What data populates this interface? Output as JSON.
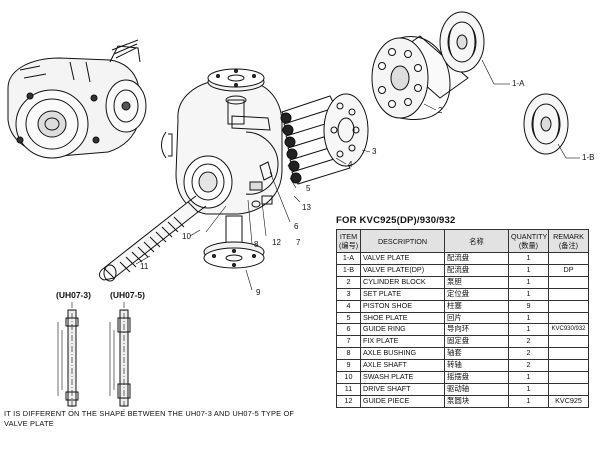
{
  "callouts": {
    "c1a": "1-A",
    "c1b": "1-B",
    "c2": "2",
    "c3": "3",
    "c4": "4",
    "c5": "5",
    "c6": "6",
    "c7": "7",
    "c8": "8",
    "c9": "9",
    "c10": "10",
    "c11": "11",
    "c12": "12",
    "c13": "13"
  },
  "table": {
    "title": "FOR KVC925(DP)/930/932",
    "headers": {
      "item": "ITEM",
      "item_cn": "(编号)",
      "description": "DESCRIPTION",
      "name_cn": "名称",
      "quantity": "QUANTITY",
      "quantity_cn": "(数量)",
      "remark": "REMARK",
      "remark_cn": "(备注)"
    },
    "rows": [
      {
        "item": "1-A",
        "desc": "VALVE PLATE",
        "cn": "配流盘",
        "qty": "1",
        "remark": ""
      },
      {
        "item": "1-B",
        "desc": "VALVE PLATE(DP)",
        "cn": "配流盘",
        "qty": "1",
        "remark": "DP"
      },
      {
        "item": "2",
        "desc": "CYLINDER BLOCK",
        "cn": "泵胆",
        "qty": "1",
        "remark": ""
      },
      {
        "item": "3",
        "desc": "SET PLATE",
        "cn": "定位盘",
        "qty": "1",
        "remark": ""
      },
      {
        "item": "4",
        "desc": "PISTON SHOE",
        "cn": "柱塞",
        "qty": "9",
        "remark": ""
      },
      {
        "item": "5",
        "desc": "SHOE PLATE",
        "cn": "回片",
        "qty": "1",
        "remark": ""
      },
      {
        "item": "6",
        "desc": "GUIDE RING",
        "cn": "导向环",
        "qty": "1",
        "remark": "KVC930/932"
      },
      {
        "item": "7",
        "desc": "FIX PLATE",
        "cn": "固定盘",
        "qty": "2",
        "remark": ""
      },
      {
        "item": "8",
        "desc": "AXLE BUSHING",
        "cn": "轴套",
        "qty": "2",
        "remark": ""
      },
      {
        "item": "9",
        "desc": "AXLE SHAFT",
        "cn": "转轴",
        "qty": "2",
        "remark": ""
      },
      {
        "item": "10",
        "desc": "SWASH PLATE",
        "cn": "摇摆盘",
        "qty": "1",
        "remark": ""
      },
      {
        "item": "11",
        "desc": "DRIVE SHAFT",
        "cn": "驱动轴",
        "qty": "1",
        "remark": ""
      },
      {
        "item": "12",
        "desc": "GUIDE PIECE",
        "cn": "泵圆块",
        "qty": "1",
        "remark": "KVC925"
      }
    ]
  },
  "refs": {
    "uh07_3": "(UH07-3)",
    "uh07_5": "(UH07-5)"
  },
  "note": "IT IS DIFFERENT ON THE SHAPE BETWEEN THE UH07-3 AND UH07-5 TYPE OF VALVE PLATE"
}
